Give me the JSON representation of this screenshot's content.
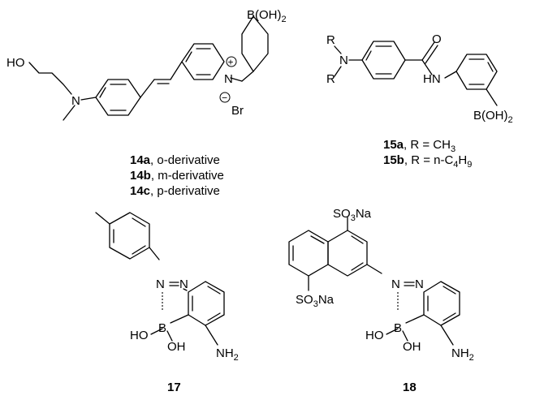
{
  "compound_14": {
    "atoms": {
      "ho": "HO",
      "n_amine": "N",
      "n_pyridinium": "N",
      "plus": "+",
      "minus": "−",
      "br": "Br",
      "boronic_b": "B(OH)",
      "boronic_sub": "2"
    },
    "captions": [
      {
        "id": "14a",
        "desc": ", o-derivative"
      },
      {
        "id": "14b",
        "desc": ", m-derivative"
      },
      {
        "id": "14c",
        "desc": ", p-derivative"
      }
    ]
  },
  "compound_15": {
    "atoms": {
      "r1": "R",
      "r2": "R",
      "n": "N",
      "o": "O",
      "hn": "HN",
      "boronic_b": "B(OH)",
      "boronic_sub": "2"
    },
    "captions": [
      {
        "id": "15a",
        "desc_pre": ", R = CH",
        "desc_sub": "3",
        "desc_post": ""
      },
      {
        "id": "15b",
        "desc_pre": ", R = n-C",
        "desc_sub": "4",
        "desc_mid": "H",
        "desc_sub2": "9"
      }
    ]
  },
  "compound_17": {
    "atoms": {
      "n1": "N",
      "n2": "N",
      "b": "B",
      "ho": "HO",
      "oh": "OH",
      "nh": "NH",
      "nh_sub": "2"
    },
    "caption": "17"
  },
  "compound_18": {
    "atoms": {
      "so3na_top": "SO",
      "so3na_top_sub": "3",
      "so3na_top_post": "Na",
      "so3na_bot": "SO",
      "so3na_bot_sub": "3",
      "so3na_bot_post": "Na",
      "n1": "N",
      "n2": "N",
      "b": "B",
      "ho": "HO",
      "oh": "OH",
      "nh": "NH",
      "nh_sub": "2"
    },
    "caption": "18"
  }
}
